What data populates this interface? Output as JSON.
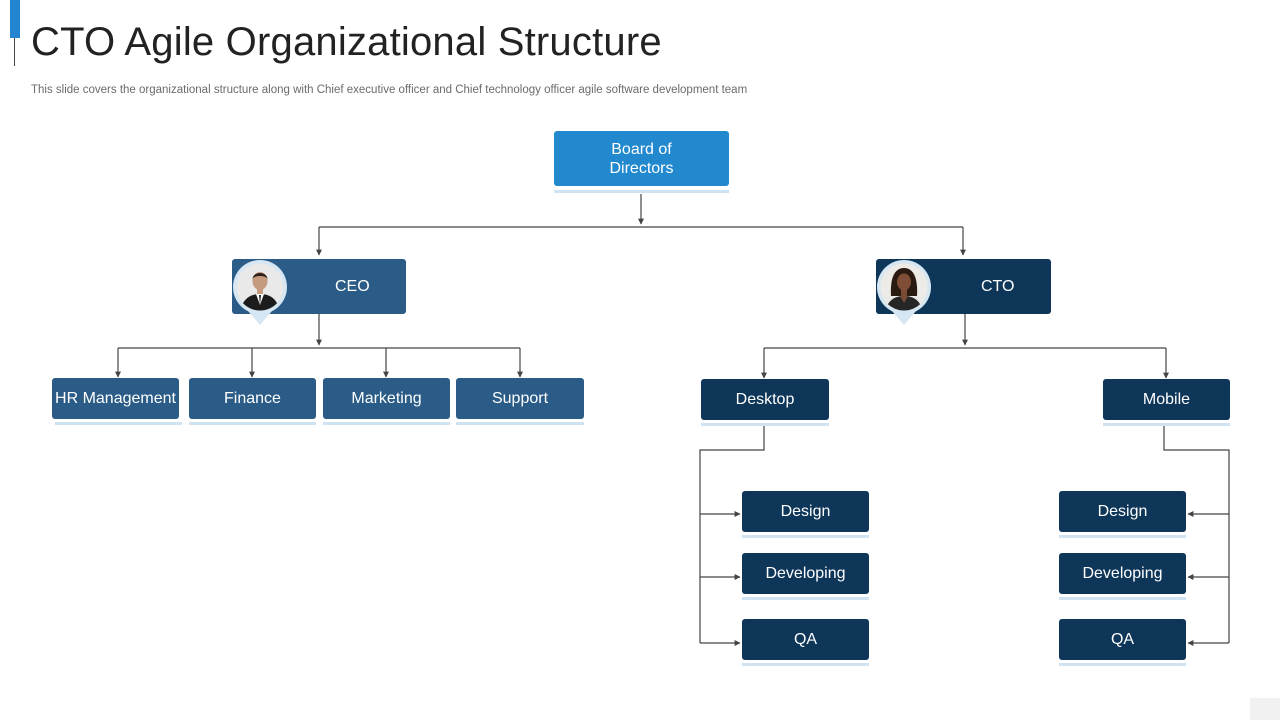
{
  "slide": {
    "title": "CTO Agile Organizational Structure",
    "subtitle": "This slide covers the organizational structure along with Chief executive officer and Chief technology officer agile software development team"
  },
  "org": {
    "board": {
      "label": "Board of Directors"
    },
    "ceo": {
      "label": "CEO",
      "avatar": "businessman-photo",
      "departments": [
        "HR Management",
        "Finance",
        "Marketing",
        "Support"
      ]
    },
    "cto": {
      "label": "CTO",
      "avatar": "businesswoman-photo",
      "teams": [
        {
          "label": "Desktop",
          "functions": [
            "Design",
            "Developing",
            "QA"
          ]
        },
        {
          "label": "Mobile",
          "functions": [
            "Design",
            "Developing",
            "QA"
          ]
        }
      ]
    }
  },
  "colors": {
    "accent": "#2385cf",
    "board_box": "#2389cf",
    "ceo_branch": "#2a5c87",
    "cto_branch": "#0e3658",
    "box_underline": "#cfe3f3",
    "connector": "#444444"
  }
}
